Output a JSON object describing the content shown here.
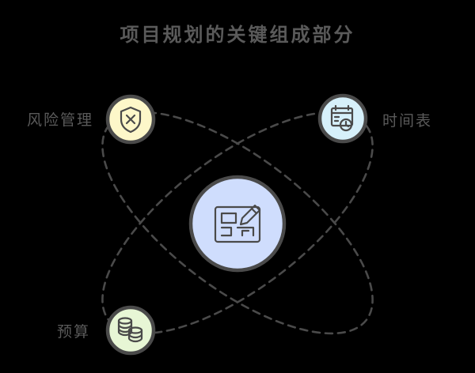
{
  "title": "项目规划的关键组成部分",
  "center": {
    "icon": "blueprint-pencil-icon"
  },
  "nodes": [
    {
      "key": "risk",
      "label": "风险管理",
      "icon": "shield-x-icon",
      "fill": "#FDF7C9"
    },
    {
      "key": "schedule",
      "label": "时间表",
      "icon": "calendar-clock-icon",
      "fill": "#D6F0FA"
    },
    {
      "key": "budget",
      "label": "预算",
      "icon": "coin-stack-icon",
      "fill": "#E7F6D5"
    }
  ],
  "colors": {
    "background": "#000000",
    "text": "#5a5a5a",
    "ring": "#4a4a4a",
    "orbit": "#4a4a4a",
    "center_fill": "#CFDDFD",
    "icon_stroke": "#4a4a4a"
  }
}
